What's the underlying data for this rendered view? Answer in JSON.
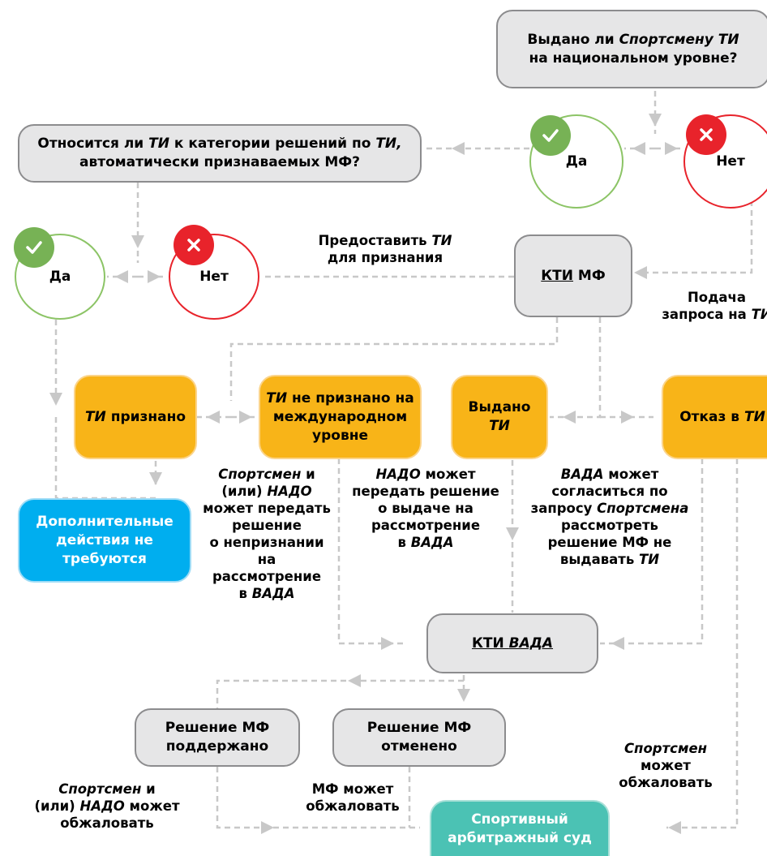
{
  "q_national": {
    "p1": "Выдано ли ",
    "i1": "Спортсмену ТИ",
    "p2": "на национальном уровне?"
  },
  "yes_label": "Да",
  "no_label": "Нет",
  "q_auto": {
    "p1": "Относится ли ",
    "i1": "ТИ",
    "p2": " к категории решений по ",
    "i2": "ТИ,",
    "p3": "автоматически признаваемых МФ?"
  },
  "provide": {
    "p1": "Предоставить ",
    "i1": "ТИ",
    "p2": "для признания"
  },
  "kti_mf": {
    "u1": "КТИ",
    "p1": " МФ"
  },
  "request": {
    "p1": "Подача",
    "p2": "запроса на ",
    "i1": "ТИ"
  },
  "recognized": {
    "i1": "ТИ",
    "p1": " признано"
  },
  "not_recognized": {
    "i1": "ТИ",
    "p1": " не признано на",
    "p2": "международном",
    "p3": "уровне"
  },
  "issued": {
    "p1": "Выдано",
    "i1": "ТИ"
  },
  "refusal": {
    "p1": "Отказ в ",
    "i1": "ТИ"
  },
  "no_action": {
    "p1": "Дополнительные",
    "p2": "действия не",
    "p3": "требуются"
  },
  "note_nonrecog": {
    "i1": "Спортсмен",
    "p1": " и",
    "p2": "(или) ",
    "i2": "НАДО",
    "p3": "может передать",
    "p4": "решение",
    "p5": "о непризнании",
    "p6": "на",
    "p7": "рассмотрение",
    "p8": "в ",
    "i3": "ВАДА"
  },
  "note_issue": {
    "i1": "НАДО",
    "p1": " может",
    "p2": "передать решение",
    "p3": "о выдаче на",
    "p4": "рассмотрение",
    "p5": "в ",
    "i2": "ВАДА"
  },
  "note_wada": {
    "i1": "ВАДА",
    "p1": " может",
    "p2": "согласиться по",
    "p3": "запросу ",
    "i2": "Спортсмена",
    "p4": "рассмотреть",
    "p5": "решение МФ не",
    "p6": "выдавать ",
    "i3": "ТИ"
  },
  "kti_wada": {
    "u1": "КТИ ",
    "ui1": "ВАДА"
  },
  "upheld": {
    "p1": "Решение МФ",
    "p2": "поддержано"
  },
  "reversed": {
    "p1": "Решение МФ",
    "p2": "отменено"
  },
  "note_appeal_left": {
    "i1": "Спортсмен",
    "p1": " и",
    "p2": "(или) ",
    "i2": "НАДО",
    "p3": " может",
    "p4": "обжаловать"
  },
  "note_appeal_mf": {
    "p1": "МФ может",
    "p2": "обжаловать"
  },
  "note_appeal_athlete": {
    "i1": "Спортсмен",
    "p1": "может",
    "p2": "обжаловать"
  },
  "cas": {
    "p1": "Спортивный",
    "p2": "арбитражный суд"
  },
  "colors": {
    "gray_box": "#e6e6e7",
    "orange_box": "#f8b418",
    "blue_box": "#00aeef",
    "teal_box": "#4bc2b4",
    "yes": "#77b255",
    "no": "#e8232b",
    "connector": "#c8c8c8"
  }
}
